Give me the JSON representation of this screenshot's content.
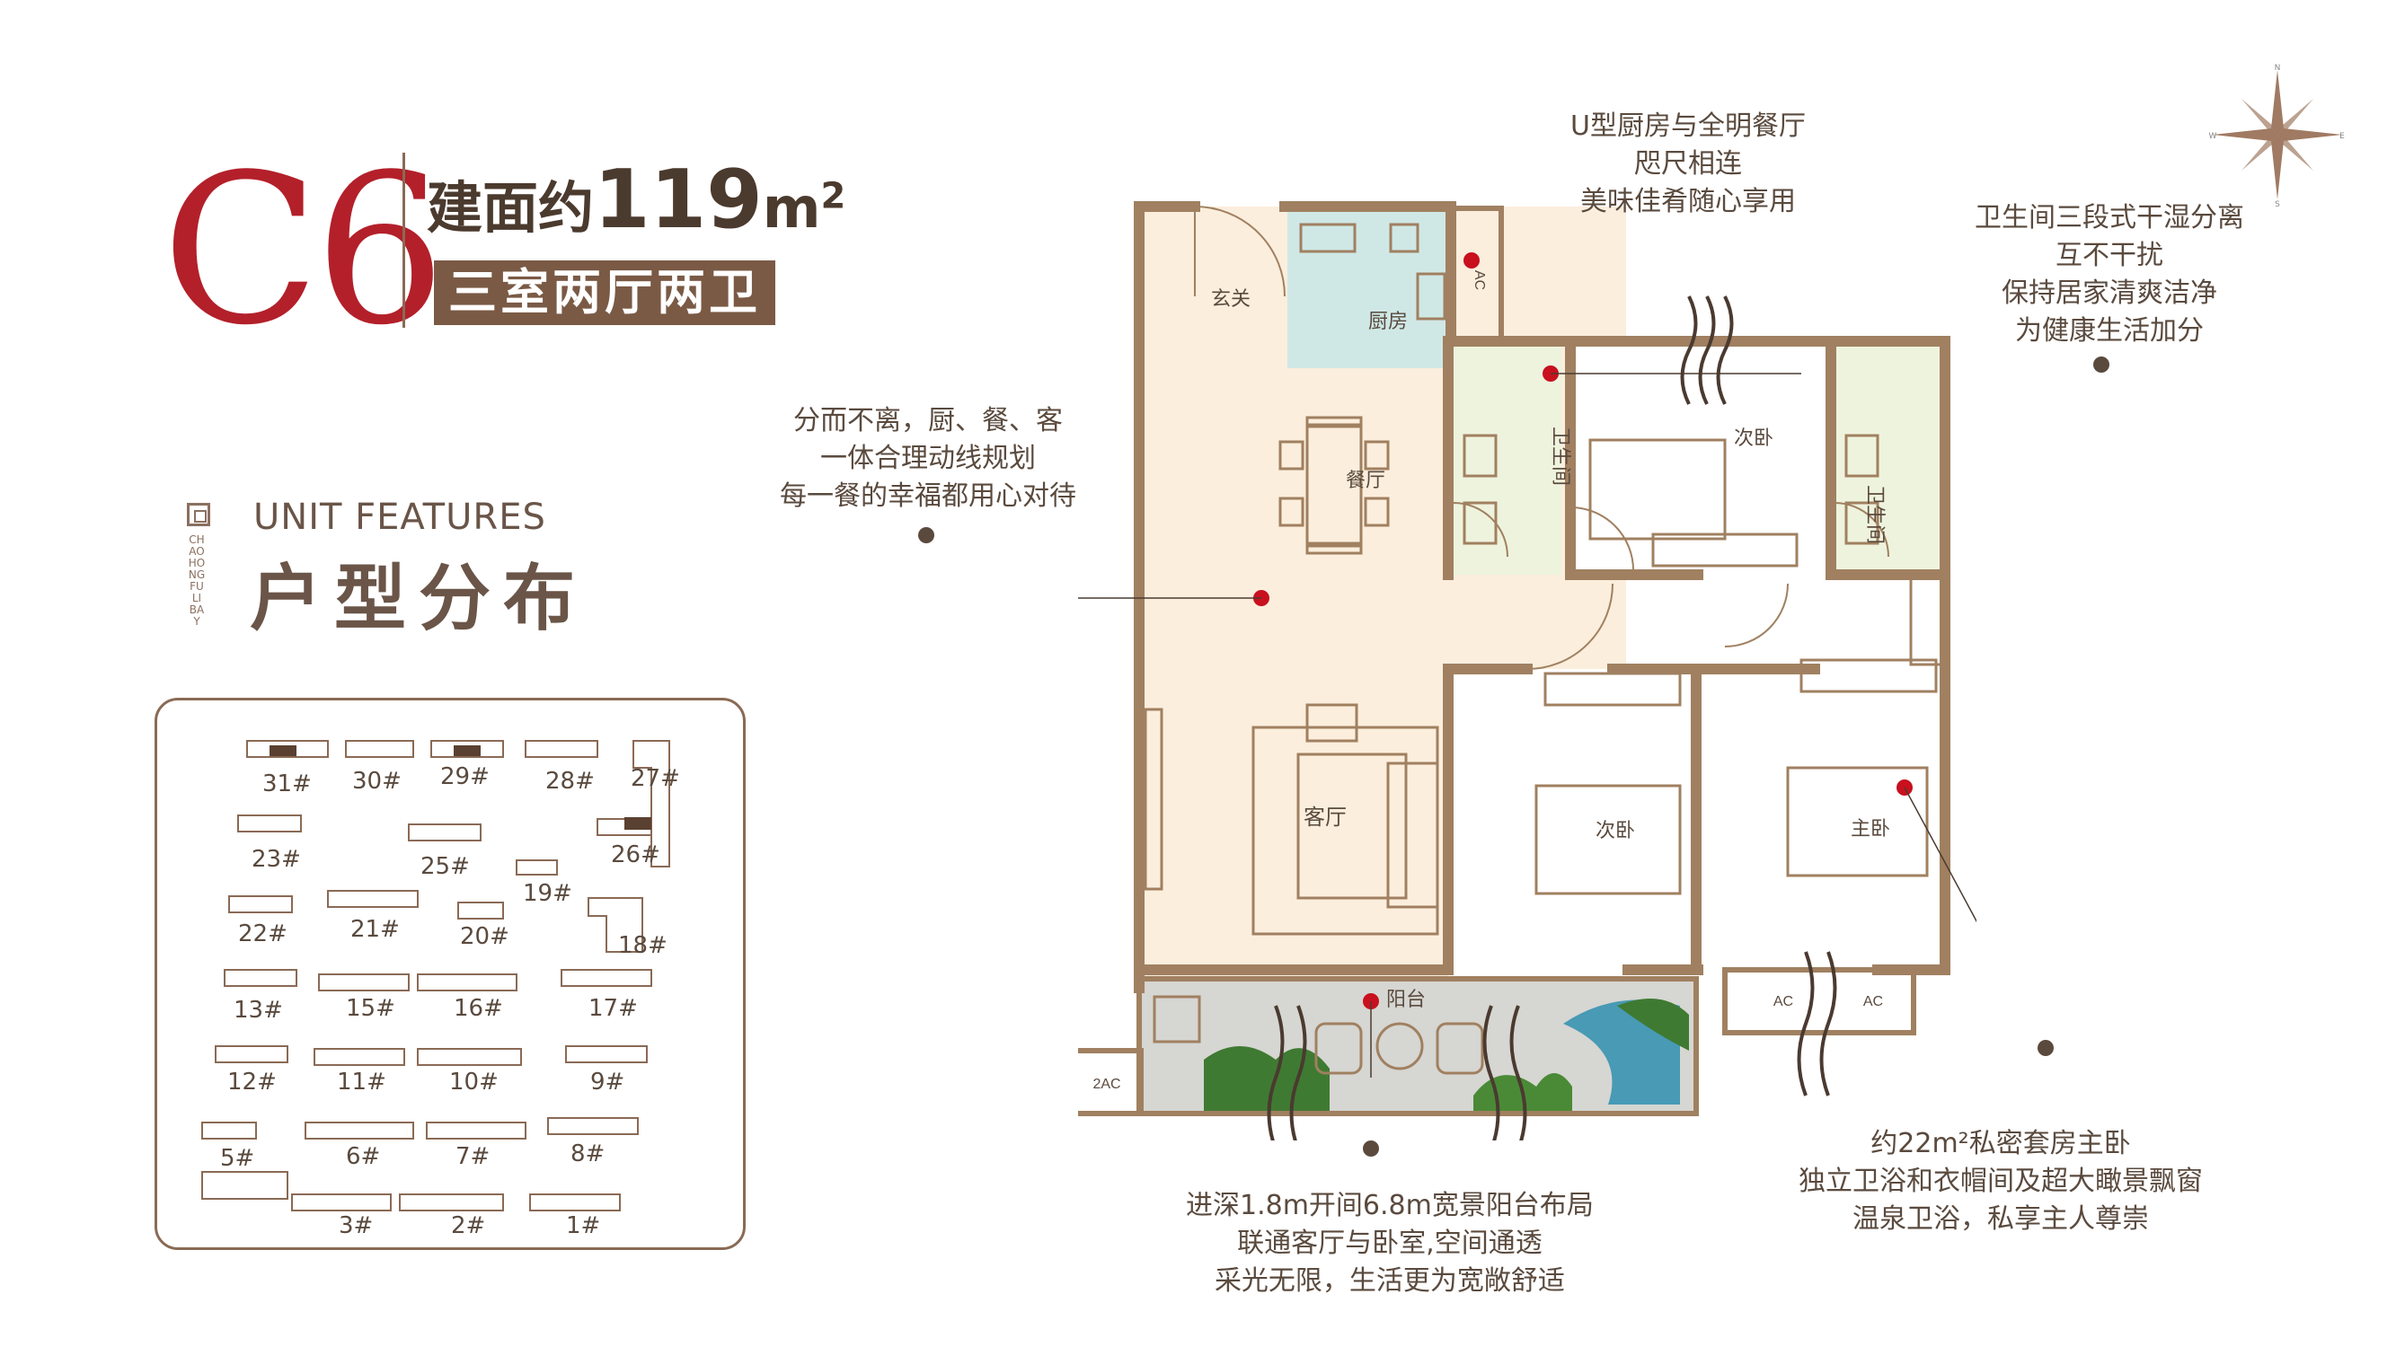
{
  "header": {
    "unit_code": "C6",
    "area_label": "建面约",
    "area_value": "119",
    "area_unit": "m",
    "area_unit_sup": "2",
    "layout": "三室两厅两卫"
  },
  "features": {
    "title_en": "UNIT FEATURES",
    "title_cn": "户型分布",
    "vertical_text": "CHAOHONG FULI BAY"
  },
  "site_plan": {
    "buildings": [
      "31#",
      "30#",
      "29#",
      "28#",
      "27#",
      "23#",
      "26#",
      "25#",
      "19#",
      "22#",
      "21#",
      "20#",
      "18#",
      "13#",
      "15#",
      "16#",
      "17#",
      "12#",
      "11#",
      "10#",
      "9#",
      "5#",
      "6#",
      "7#",
      "8#",
      "3#",
      "2#",
      "1#"
    ]
  },
  "compass": {
    "n": "N",
    "s": "S",
    "e": "E",
    "w": "W"
  },
  "rooms": {
    "entry": "玄关",
    "kitchen": "厨房",
    "dining": "餐厅",
    "living": "客厅",
    "bath": "卫生间",
    "bedroom": "次卧",
    "bedroom2": "次卧",
    "master": "主卧",
    "balcony": "阳台",
    "ac": "AC",
    "ac2": "2AC"
  },
  "callouts": {
    "kitchen": [
      "U型厨房与全明餐厅",
      "咫尺相连",
      "美味佳肴随心享用"
    ],
    "bath": [
      "卫生间三段式干湿分离",
      "互不干扰",
      "保持居家清爽洁净",
      "为健康生活加分"
    ],
    "living": [
      "分而不离，厨、餐、客",
      "一体合理动线规划",
      "每一餐的幸福都用心对待"
    ],
    "master": [
      "约22m²私密套房主卧",
      "独立卫浴和衣帽间及超大瞰景飘窗",
      "温泉卫浴，私享主人尊崇"
    ],
    "balcony": [
      "进深1.8m开间6.8m宽景阳台布局",
      "联通客厅与卧室,空间通透",
      "采光无限，生活更为宽敞舒适"
    ]
  },
  "colors": {
    "brand_red": "#b3202a",
    "brown": "#7a5a45",
    "wall": "#a08060",
    "floor_living": "#fbeedd",
    "floor_kitchen": "#cfe8e6",
    "floor_bath": "#eef3dd",
    "marker_red": "#c8101e"
  }
}
